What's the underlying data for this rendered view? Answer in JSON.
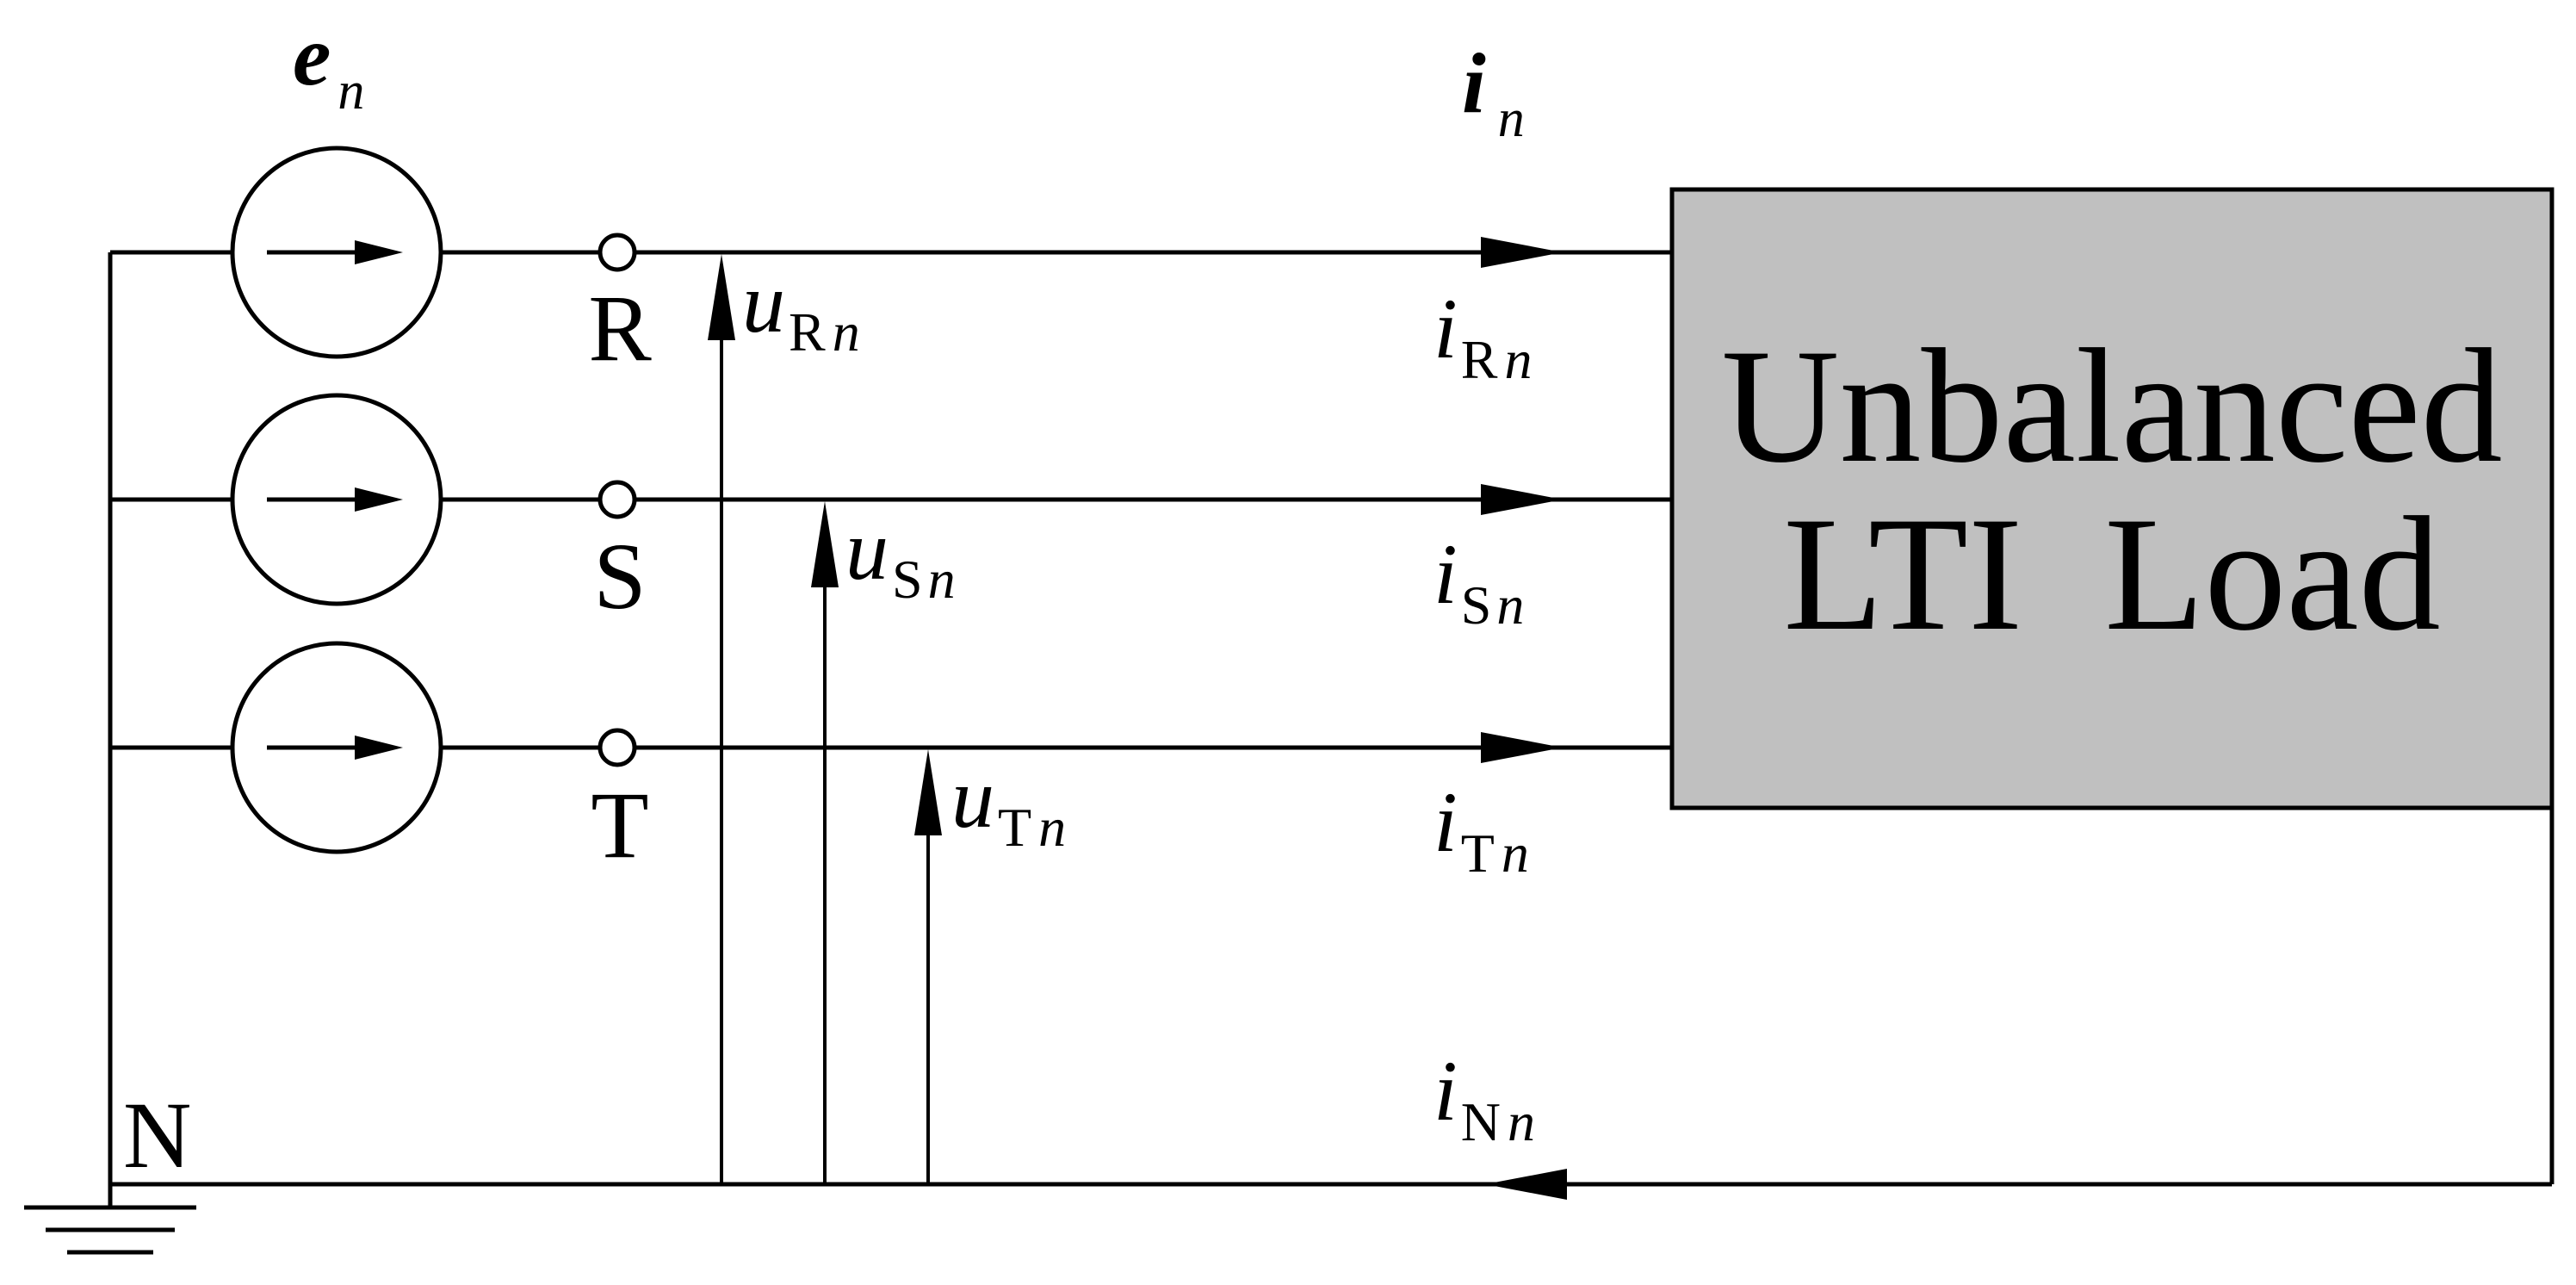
{
  "colors": {
    "line": "#000000",
    "load_fill": "#c0c0c0",
    "background": "#ffffff"
  },
  "sources": {
    "label_main": "e",
    "label_sub": "n",
    "icon": "current-source-arrow"
  },
  "current_vector": {
    "label_main": "i",
    "label_sub": "n"
  },
  "terminals": {
    "R": "R",
    "S": "S",
    "T": "T",
    "N": "N"
  },
  "voltages": {
    "R": {
      "main": "u",
      "phase": "R",
      "sub": "n"
    },
    "S": {
      "main": "u",
      "phase": "S",
      "sub": "n"
    },
    "T": {
      "main": "u",
      "phase": "T",
      "sub": "n"
    }
  },
  "currents": {
    "R": {
      "main": "i",
      "phase": "R",
      "sub": "n"
    },
    "S": {
      "main": "i",
      "phase": "S",
      "sub": "n"
    },
    "T": {
      "main": "i",
      "phase": "T",
      "sub": "n"
    },
    "N": {
      "main": "i",
      "phase": "N",
      "sub": "n"
    }
  },
  "load": {
    "line1": "Unbalanced",
    "line2": "LTI  Load"
  }
}
